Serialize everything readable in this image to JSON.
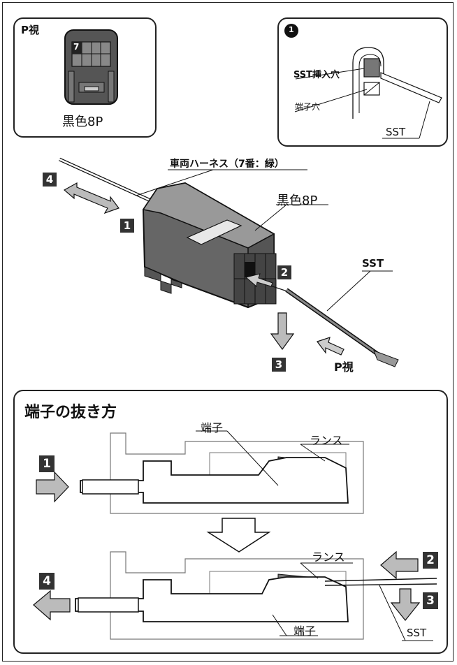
{
  "p_view_box": {
    "title": "P視",
    "pin_number": "7",
    "caption": "黒色8P"
  },
  "detail_box": {
    "circle_number": "1",
    "sst_hole": "SST挿入穴",
    "terminal_hole": "端子穴",
    "sst": "SST"
  },
  "main": {
    "harness": "車両ハーネス（7番：緑）",
    "connector": "黒色8P",
    "sst": "SST",
    "p_view": "P視",
    "steps": [
      "4",
      "1",
      "2",
      "3"
    ]
  },
  "removal": {
    "title": "端子の抜き方",
    "top": {
      "terminal": "端子",
      "lance": "ランス",
      "step": "1"
    },
    "bottom": {
      "lance": "ランス",
      "terminal": "端子",
      "sst": "SST",
      "step_in": "2",
      "step_down": "3",
      "step_out": "4"
    }
  }
}
